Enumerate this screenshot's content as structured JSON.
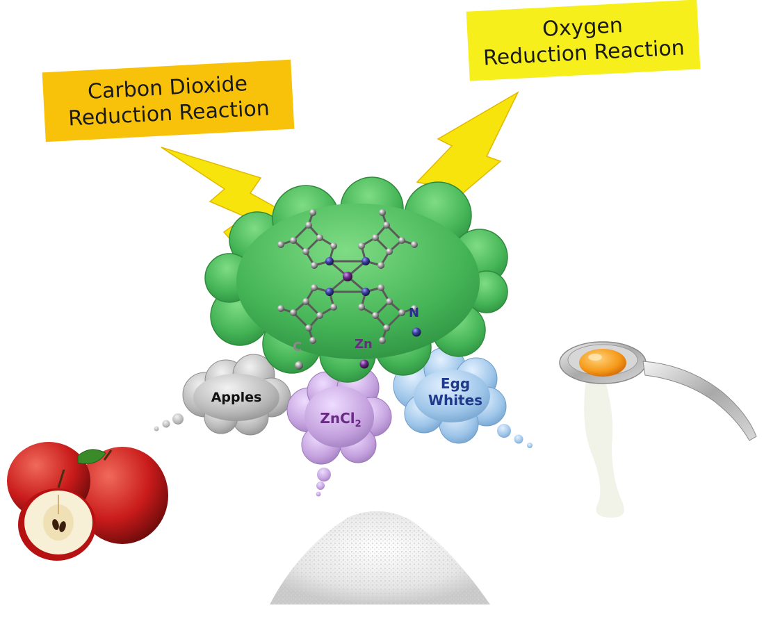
{
  "labels": {
    "co2rr": [
      "Carbon Dioxide",
      "Reduction Reaction"
    ],
    "orr": [
      "Oxygen",
      "Reduction Reaction"
    ]
  },
  "precursors": {
    "apples": "Apples",
    "zncl2_main": "ZnCl",
    "zncl2_sub": "2",
    "egg_whites": [
      "Egg",
      "Whites"
    ]
  },
  "atoms": {
    "c": "C",
    "zn": "Zn",
    "n": "N"
  },
  "colors": {
    "co2_box": "#f9c20a",
    "orr_box": "#f6ef1c",
    "bolt": "#f7e40c",
    "main_cloud": "#4fbf5e",
    "apples_cloud": "#bdbdbd",
    "zncl2_cloud": "#c7a4df",
    "egg_cloud": "#9cc4e8",
    "carbon_atom": "#9a9a9a",
    "nitrogen_atom": "#3c3f9a",
    "zinc_atom": "#6a2a86"
  },
  "icons": [
    "lightning-bolt-icon",
    "apple-icon",
    "powder-pile-icon",
    "egg-separator-icon"
  ]
}
